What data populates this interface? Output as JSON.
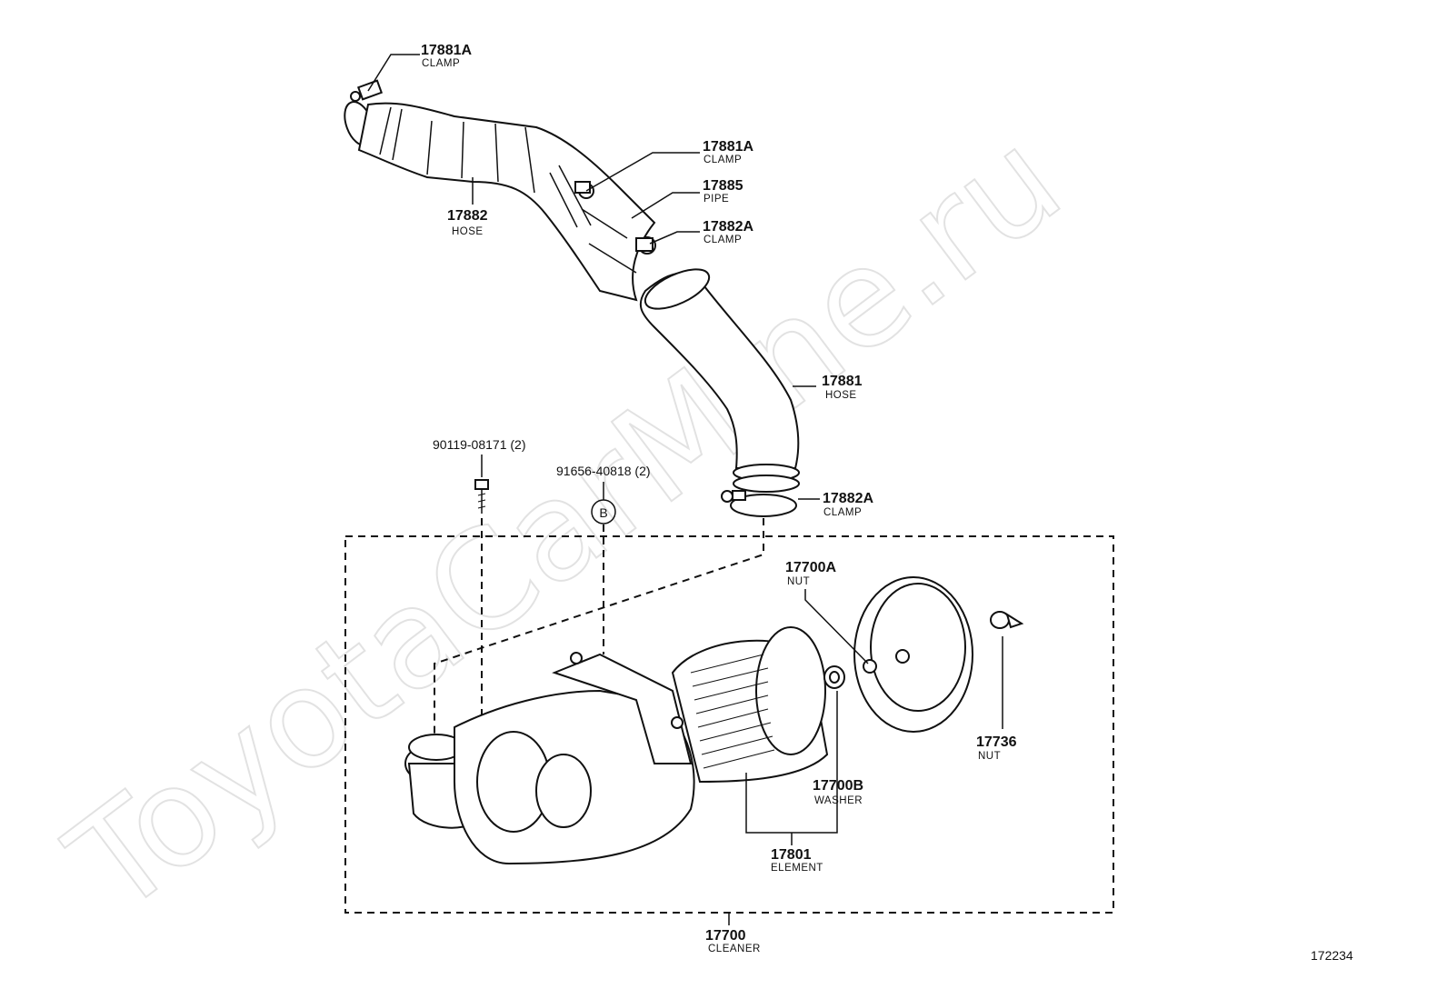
{
  "watermark": "ToyotaCarMine.ru",
  "diagram_id": "172234",
  "callout": "B",
  "parts": {
    "clamp_top": {
      "number": "17881A",
      "name": "CLAMP"
    },
    "clamp_mid": {
      "number": "17881A",
      "name": "CLAMP"
    },
    "pipe": {
      "number": "17885",
      "name": "PIPE"
    },
    "clamp_82a_top": {
      "number": "17882A",
      "name": "CLAMP"
    },
    "hose_82": {
      "number": "17882",
      "name": "HOSE"
    },
    "hose_81": {
      "number": "17881",
      "name": "HOSE"
    },
    "bolt": {
      "number": "90119-08171 (2)"
    },
    "bracket_part": {
      "number": "91656-40818 (2)"
    },
    "clamp_82a_bottom": {
      "number": "17882A",
      "name": "CLAMP"
    },
    "nut_700a": {
      "number": "17700A",
      "name": "NUT"
    },
    "nut_736": {
      "number": "17736",
      "name": "NUT"
    },
    "washer": {
      "number": "17700B",
      "name": "WASHER"
    },
    "element": {
      "number": "17801",
      "name": "ELEMENT"
    },
    "cleaner": {
      "number": "17700",
      "name": "CLEANER"
    }
  }
}
